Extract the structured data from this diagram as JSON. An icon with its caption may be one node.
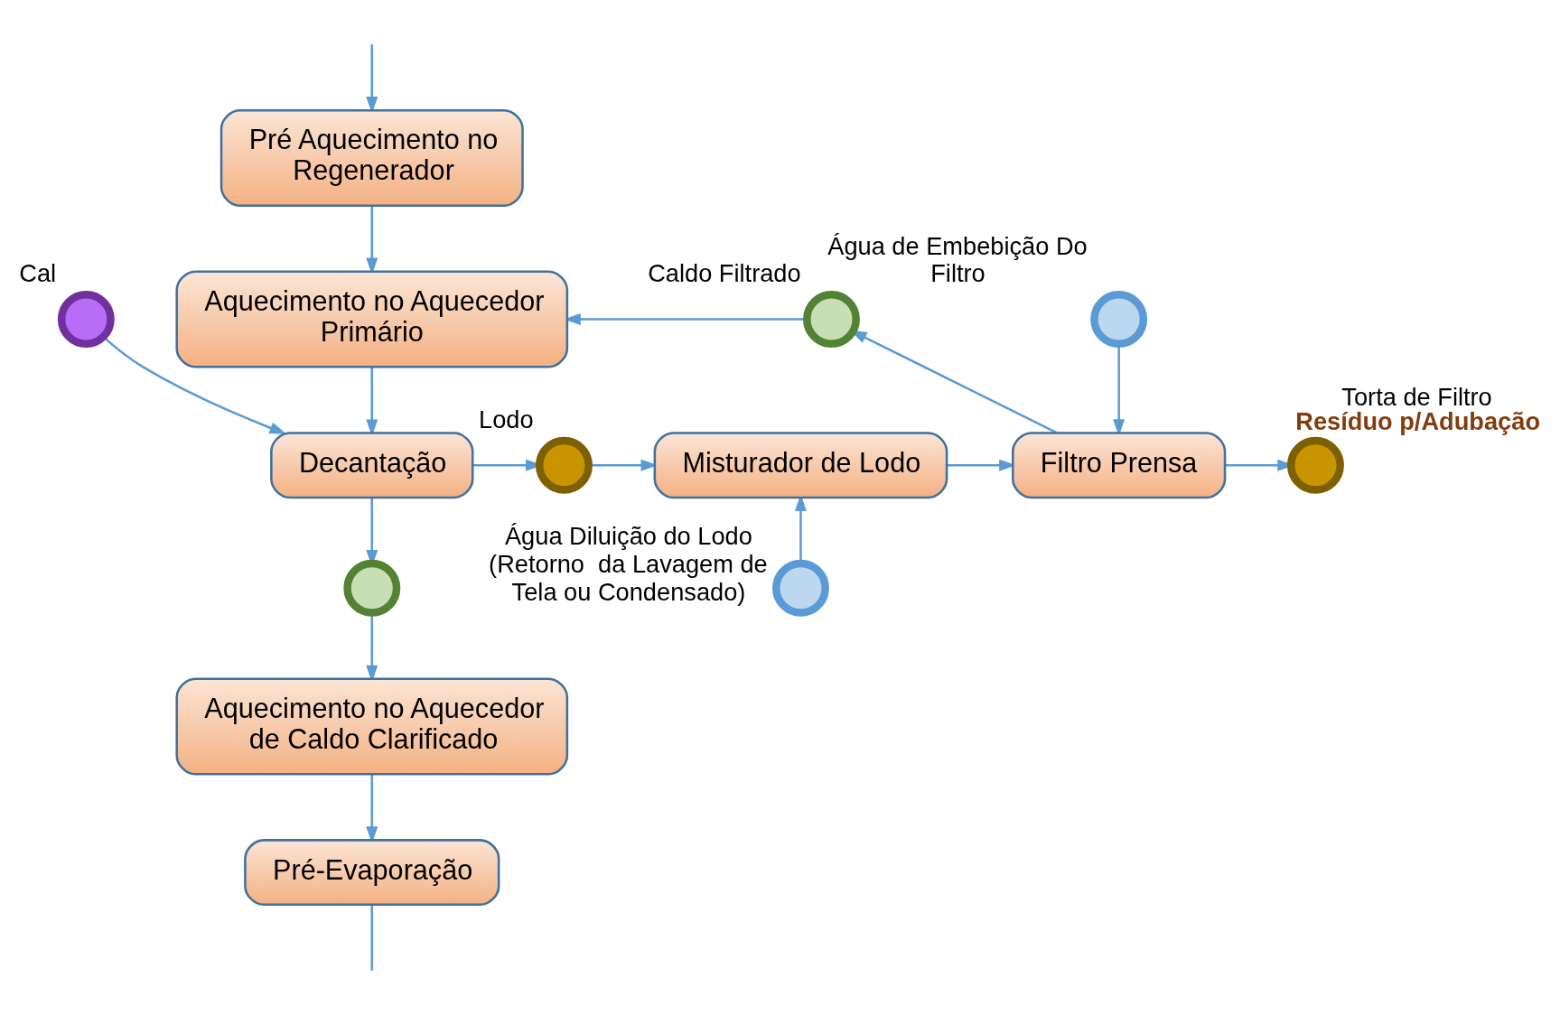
{
  "diagram": {
    "nodes": [
      {
        "text": [
          "Pré Aquecimento no Regenerador"
        ]
      },
      {
        "text": [
          "Aquecimento no Aquecedor Primário"
        ]
      },
      {
        "text": [
          "Cal"
        ]
      },
      {
        "text": [
          "Decantação"
        ]
      },
      {
        "text": [
          "Lodo"
        ]
      },
      {
        "text": [
          "Misturador de Lodo"
        ]
      },
      {
        "text": [
          "Filtro Prensa"
        ]
      },
      {
        "text": [
          "Caldo Filtrado"
        ]
      },
      {
        "text": [
          "Água de Embebição Do Filtro"
        ]
      },
      {
        "text": [
          "Água Diluição do Lodo (Retorno  da Lavagem de Tela ou Condensado)"
        ]
      },
      {
        "text": [
          "Torta de Filtro",
          "Resíduo p/Adubação"
        ]
      },
      {
        "text": [],
        "shape": "circle"
      },
      {
        "text": [
          "Aquecimento no Aquecedor de Caldo Clarificado"
        ]
      },
      {
        "text": [
          "Pré-Evaporação"
        ]
      }
    ],
    "edges": [
      {
        "from": null,
        "to": 0,
        "arrow": "to"
      },
      {
        "from": 0,
        "to": 1,
        "arrow": "to"
      },
      {
        "from": 7,
        "to": 1,
        "arrow": "to"
      },
      {
        "from": 2,
        "to": 3,
        "arrow": "to"
      },
      {
        "from": 1,
        "to": 3,
        "arrow": "to"
      },
      {
        "from": 3,
        "to": 4,
        "arrow": "to"
      },
      {
        "from": 4,
        "to": 5,
        "arrow": "to"
      },
      {
        "from": 9,
        "to": 5,
        "arrow": "to"
      },
      {
        "from": 5,
        "to": 6,
        "arrow": "to"
      },
      {
        "from": 8,
        "to": 6,
        "arrow": "to"
      },
      {
        "from": 6,
        "to": 7,
        "arrow": "to"
      },
      {
        "from": 6,
        "to": 10,
        "arrow": "to"
      },
      {
        "from": 3,
        "to": 11,
        "arrow": "to"
      },
      {
        "from": 11,
        "to": 12,
        "arrow": "to"
      },
      {
        "from": 12,
        "to": 13,
        "arrow": "to"
      },
      {
        "from": 13,
        "to": null,
        "arrow": "none"
      }
    ]
  }
}
